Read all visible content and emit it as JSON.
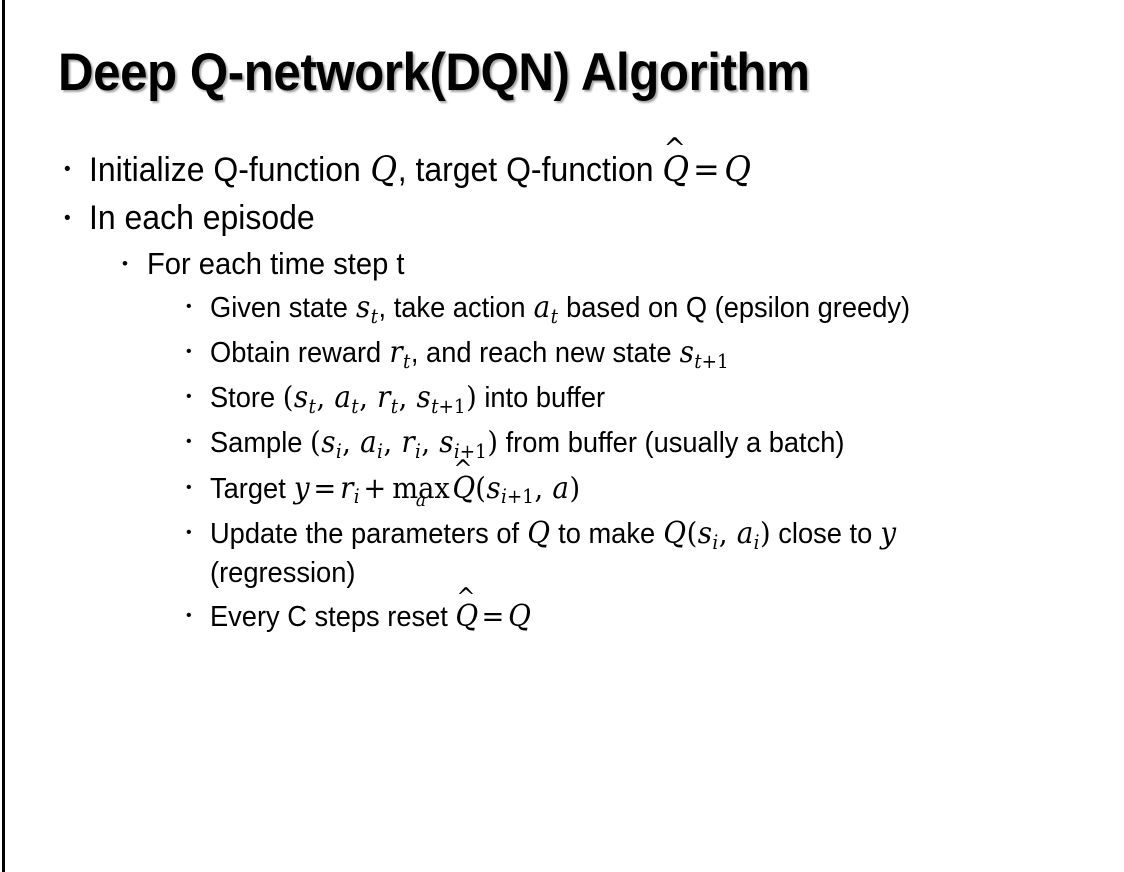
{
  "slide": {
    "title": "Deep Q-network(DQN) Algorithm",
    "background_color": "#ffffff",
    "text_color": "#000000",
    "edge_bar_color": "#000000",
    "bullet_glyph": "•"
  },
  "bullets": [
    {
      "level": 1,
      "name": "bullet-initialize-q",
      "parts": [
        {
          "t": "text",
          "v": "Initialize Q-function "
        },
        {
          "t": "var",
          "v": "Q"
        },
        {
          "t": "text",
          "v": ", target Q-function "
        },
        {
          "t": "hat",
          "v": "Q"
        },
        {
          "t": "op",
          "v": "="
        },
        {
          "t": "var",
          "v": "Q"
        }
      ],
      "plain": "Initialize Q-function Q, target Q-function Q̂ = Q"
    },
    {
      "level": 1,
      "name": "bullet-in-each-episode",
      "parts": [
        {
          "t": "text",
          "v": "In each episode"
        }
      ],
      "plain": "In each episode"
    },
    {
      "level": 2,
      "name": "bullet-for-each-time-step",
      "parts": [
        {
          "t": "text",
          "v": "For each time step t"
        }
      ],
      "plain": "For each time step t"
    },
    {
      "level": 3,
      "name": "bullet-given-state",
      "parts": [
        {
          "t": "text",
          "v": "Given state "
        },
        {
          "t": "var",
          "v": "s",
          "sub": "t"
        },
        {
          "t": "text",
          "v": ", take action "
        },
        {
          "t": "var",
          "v": "a",
          "sub": "t"
        },
        {
          "t": "text",
          "v": " based on Q (epsilon greedy)"
        }
      ],
      "plain": "Given state s_t, take action a_t based on Q (epsilon greedy)"
    },
    {
      "level": 3,
      "name": "bullet-obtain-reward",
      "parts": [
        {
          "t": "text",
          "v": "Obtain reward "
        },
        {
          "t": "var",
          "v": "r",
          "sub": "t"
        },
        {
          "t": "text",
          "v": ", and reach new state "
        },
        {
          "t": "var",
          "v": "s",
          "sub": "t+1"
        }
      ],
      "plain": "Obtain reward r_t, and reach new state s_{t+1}"
    },
    {
      "level": 3,
      "name": "bullet-store-into-buffer",
      "parts": [
        {
          "t": "text",
          "v": "Store "
        },
        {
          "t": "punct",
          "v": "("
        },
        {
          "t": "var",
          "v": "s",
          "sub": "t"
        },
        {
          "t": "punct",
          "v": ", "
        },
        {
          "t": "var",
          "v": "a",
          "sub": "t"
        },
        {
          "t": "punct",
          "v": ", "
        },
        {
          "t": "var",
          "v": "r",
          "sub": "t"
        },
        {
          "t": "punct",
          "v": ", "
        },
        {
          "t": "var",
          "v": "s",
          "sub": "t+1"
        },
        {
          "t": "punct",
          "v": ")"
        },
        {
          "t": "text",
          "v": " into buffer"
        }
      ],
      "plain": "Store (s_t, a_t, r_t, s_{t+1}) into buffer"
    },
    {
      "level": 3,
      "name": "bullet-sample-from-buffer",
      "parts": [
        {
          "t": "text",
          "v": "Sample "
        },
        {
          "t": "punct",
          "v": "("
        },
        {
          "t": "var",
          "v": "s",
          "sub": "i"
        },
        {
          "t": "punct",
          "v": ", "
        },
        {
          "t": "var",
          "v": "a",
          "sub": "i"
        },
        {
          "t": "punct",
          "v": ", "
        },
        {
          "t": "var",
          "v": "r",
          "sub": "i"
        },
        {
          "t": "punct",
          "v": ", "
        },
        {
          "t": "var",
          "v": "s",
          "sub": "i+1"
        },
        {
          "t": "punct",
          "v": ")"
        },
        {
          "t": "text",
          "v": " from buffer (usually a batch)"
        }
      ],
      "plain": "Sample (s_i, a_i, r_i, s_{i+1}) from buffer (usually a batch)"
    },
    {
      "level": 3,
      "name": "bullet-target-y",
      "parts": [
        {
          "t": "text",
          "v": "Target "
        },
        {
          "t": "var",
          "v": "y"
        },
        {
          "t": "op",
          "v": "="
        },
        {
          "t": "var",
          "v": "r",
          "sub": "i"
        },
        {
          "t": "op",
          "v": "+"
        },
        {
          "t": "under",
          "v": "max",
          "sub": "a"
        },
        {
          "t": "hat",
          "v": "Q"
        },
        {
          "t": "punct",
          "v": "("
        },
        {
          "t": "var",
          "v": "s",
          "sub": "i+1"
        },
        {
          "t": "punct",
          "v": ", "
        },
        {
          "t": "var",
          "v": "a"
        },
        {
          "t": "punct",
          "v": ")"
        }
      ],
      "plain": "Target y = r_i + max_a Q̂(s_{i+1}, a)"
    },
    {
      "level": 3,
      "name": "bullet-update-parameters",
      "parts": [
        {
          "t": "text",
          "v": "Update the parameters of "
        },
        {
          "t": "var",
          "v": "Q"
        },
        {
          "t": "text",
          "v": " to make "
        },
        {
          "t": "var",
          "v": "Q"
        },
        {
          "t": "punct",
          "v": "("
        },
        {
          "t": "var",
          "v": "s",
          "sub": "i"
        },
        {
          "t": "punct",
          "v": ", "
        },
        {
          "t": "var",
          "v": "a",
          "sub": "i"
        },
        {
          "t": "punct",
          "v": ")"
        },
        {
          "t": "text",
          "v": " close to "
        },
        {
          "t": "var",
          "v": "y"
        },
        {
          "t": "text",
          "v": " (regression)"
        }
      ],
      "plain": "Update the parameters of Q to make Q(s_i, a_i) close to y (regression)"
    },
    {
      "level": 3,
      "name": "bullet-every-c-steps-reset",
      "parts": [
        {
          "t": "text",
          "v": "Every C steps reset "
        },
        {
          "t": "hat",
          "v": "Q"
        },
        {
          "t": "op",
          "v": "="
        },
        {
          "t": "var",
          "v": "Q"
        }
      ],
      "plain": "Every C steps reset Q̂ = Q"
    }
  ]
}
